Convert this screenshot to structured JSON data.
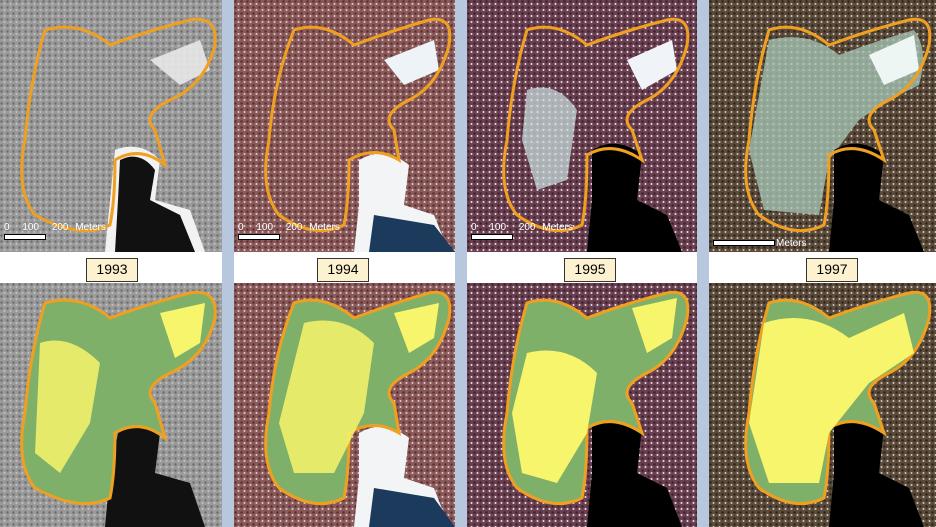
{
  "figure": {
    "panels": [
      {
        "year": "1993",
        "imagery": "grayscale",
        "scale": {
          "ticks": [
            "0",
            "100",
            "200"
          ],
          "unit": "Meters"
        }
      },
      {
        "year": "1994",
        "imagery": "color-infrared",
        "scale": {
          "ticks": [
            "0",
            "100",
            "200"
          ],
          "unit": "Meters"
        }
      },
      {
        "year": "1995",
        "imagery": "color-infrared",
        "scale": {
          "ticks": [
            "0",
            "100",
            "200"
          ],
          "unit": "Meters"
        }
      },
      {
        "year": "1997",
        "imagery": "color-infrared",
        "scale": {
          "ticks": [],
          "unit": "Meters"
        }
      }
    ],
    "colors": {
      "boundary": "#f0a020",
      "class_green": "#7fb069",
      "class_yellow": "#f7f56b",
      "water": "#000000",
      "separator": "#b7c7de",
      "label_bg": "#fdf2d0"
    }
  }
}
